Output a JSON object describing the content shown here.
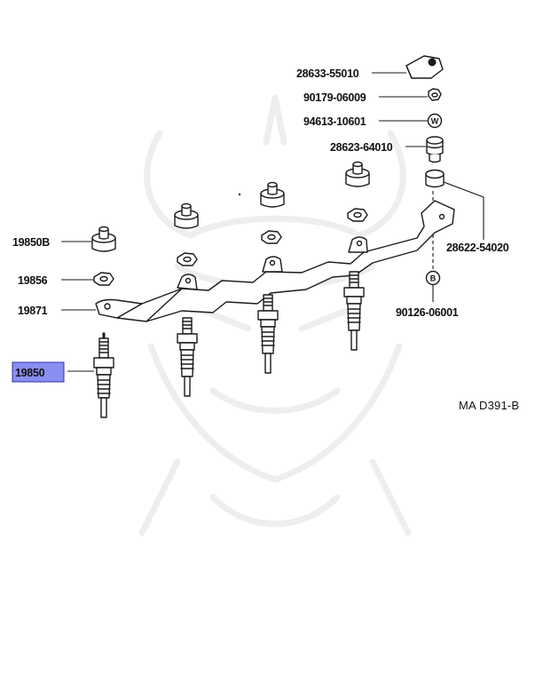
{
  "parts": {
    "p28633_55010": "28633-55010",
    "p90179_06009": "90179-06009",
    "p94613_10601": "94613-10601",
    "p28623_64010": "28623-64010",
    "p28622_54020": "28622-54020",
    "p90126_06001": "90126-06001",
    "p19850B": "19850B",
    "p19856": "19856",
    "p19871": "19871",
    "p19850": "19850"
  },
  "symbols": {
    "washer": "W",
    "bolt": "B"
  },
  "diagram_ref": "MA D391-B",
  "highlight": {
    "part": "19850",
    "color": "#8a8ef0"
  },
  "watermark": {
    "icon": "samurai-mask-icon"
  }
}
